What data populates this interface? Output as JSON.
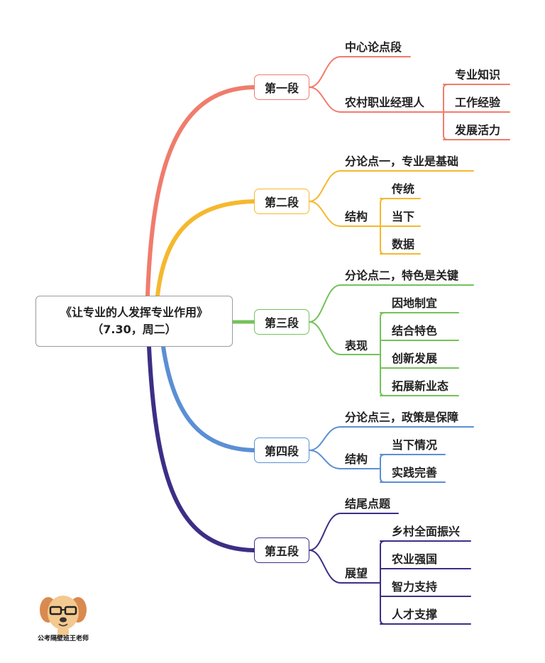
{
  "root": {
    "line1": "《让专业的人发挥专业作用》",
    "line2": "（7.30，周二）"
  },
  "sections": [
    {
      "label": "第一段",
      "color": "#f07c6c",
      "head": "中心论点段",
      "sub": {
        "label": "农村职业经理人",
        "items": [
          "专业知识",
          "工作经验",
          "发展活力"
        ]
      }
    },
    {
      "label": "第二段",
      "color": "#f5b82e",
      "head": "分论点一，专业是基础",
      "sub": {
        "label": "结构",
        "items": [
          "传统",
          "当下",
          "数据"
        ]
      }
    },
    {
      "label": "第三段",
      "color": "#74c25a",
      "head": "分论点二，特色是关键",
      "sub": {
        "label": "表现",
        "items": [
          "因地制宜",
          "结合特色",
          "创新发展",
          "拓展新业态"
        ]
      }
    },
    {
      "label": "第四段",
      "color": "#5b8fd4",
      "head": "分论点三，政策是保障",
      "sub": {
        "label": "结构",
        "items": [
          "当下情况",
          "实践完善"
        ]
      }
    },
    {
      "label": "第五段",
      "color": "#3b2f86",
      "head": "结尾点题",
      "sub": {
        "label": "展望",
        "items": [
          "乡村全面振兴",
          "农业强国",
          "智力支持",
          "人才支撑"
        ]
      }
    }
  ],
  "watermark": {
    "text": "公考隔壁班王老师",
    "icon": "dog-with-glasses-icon"
  }
}
